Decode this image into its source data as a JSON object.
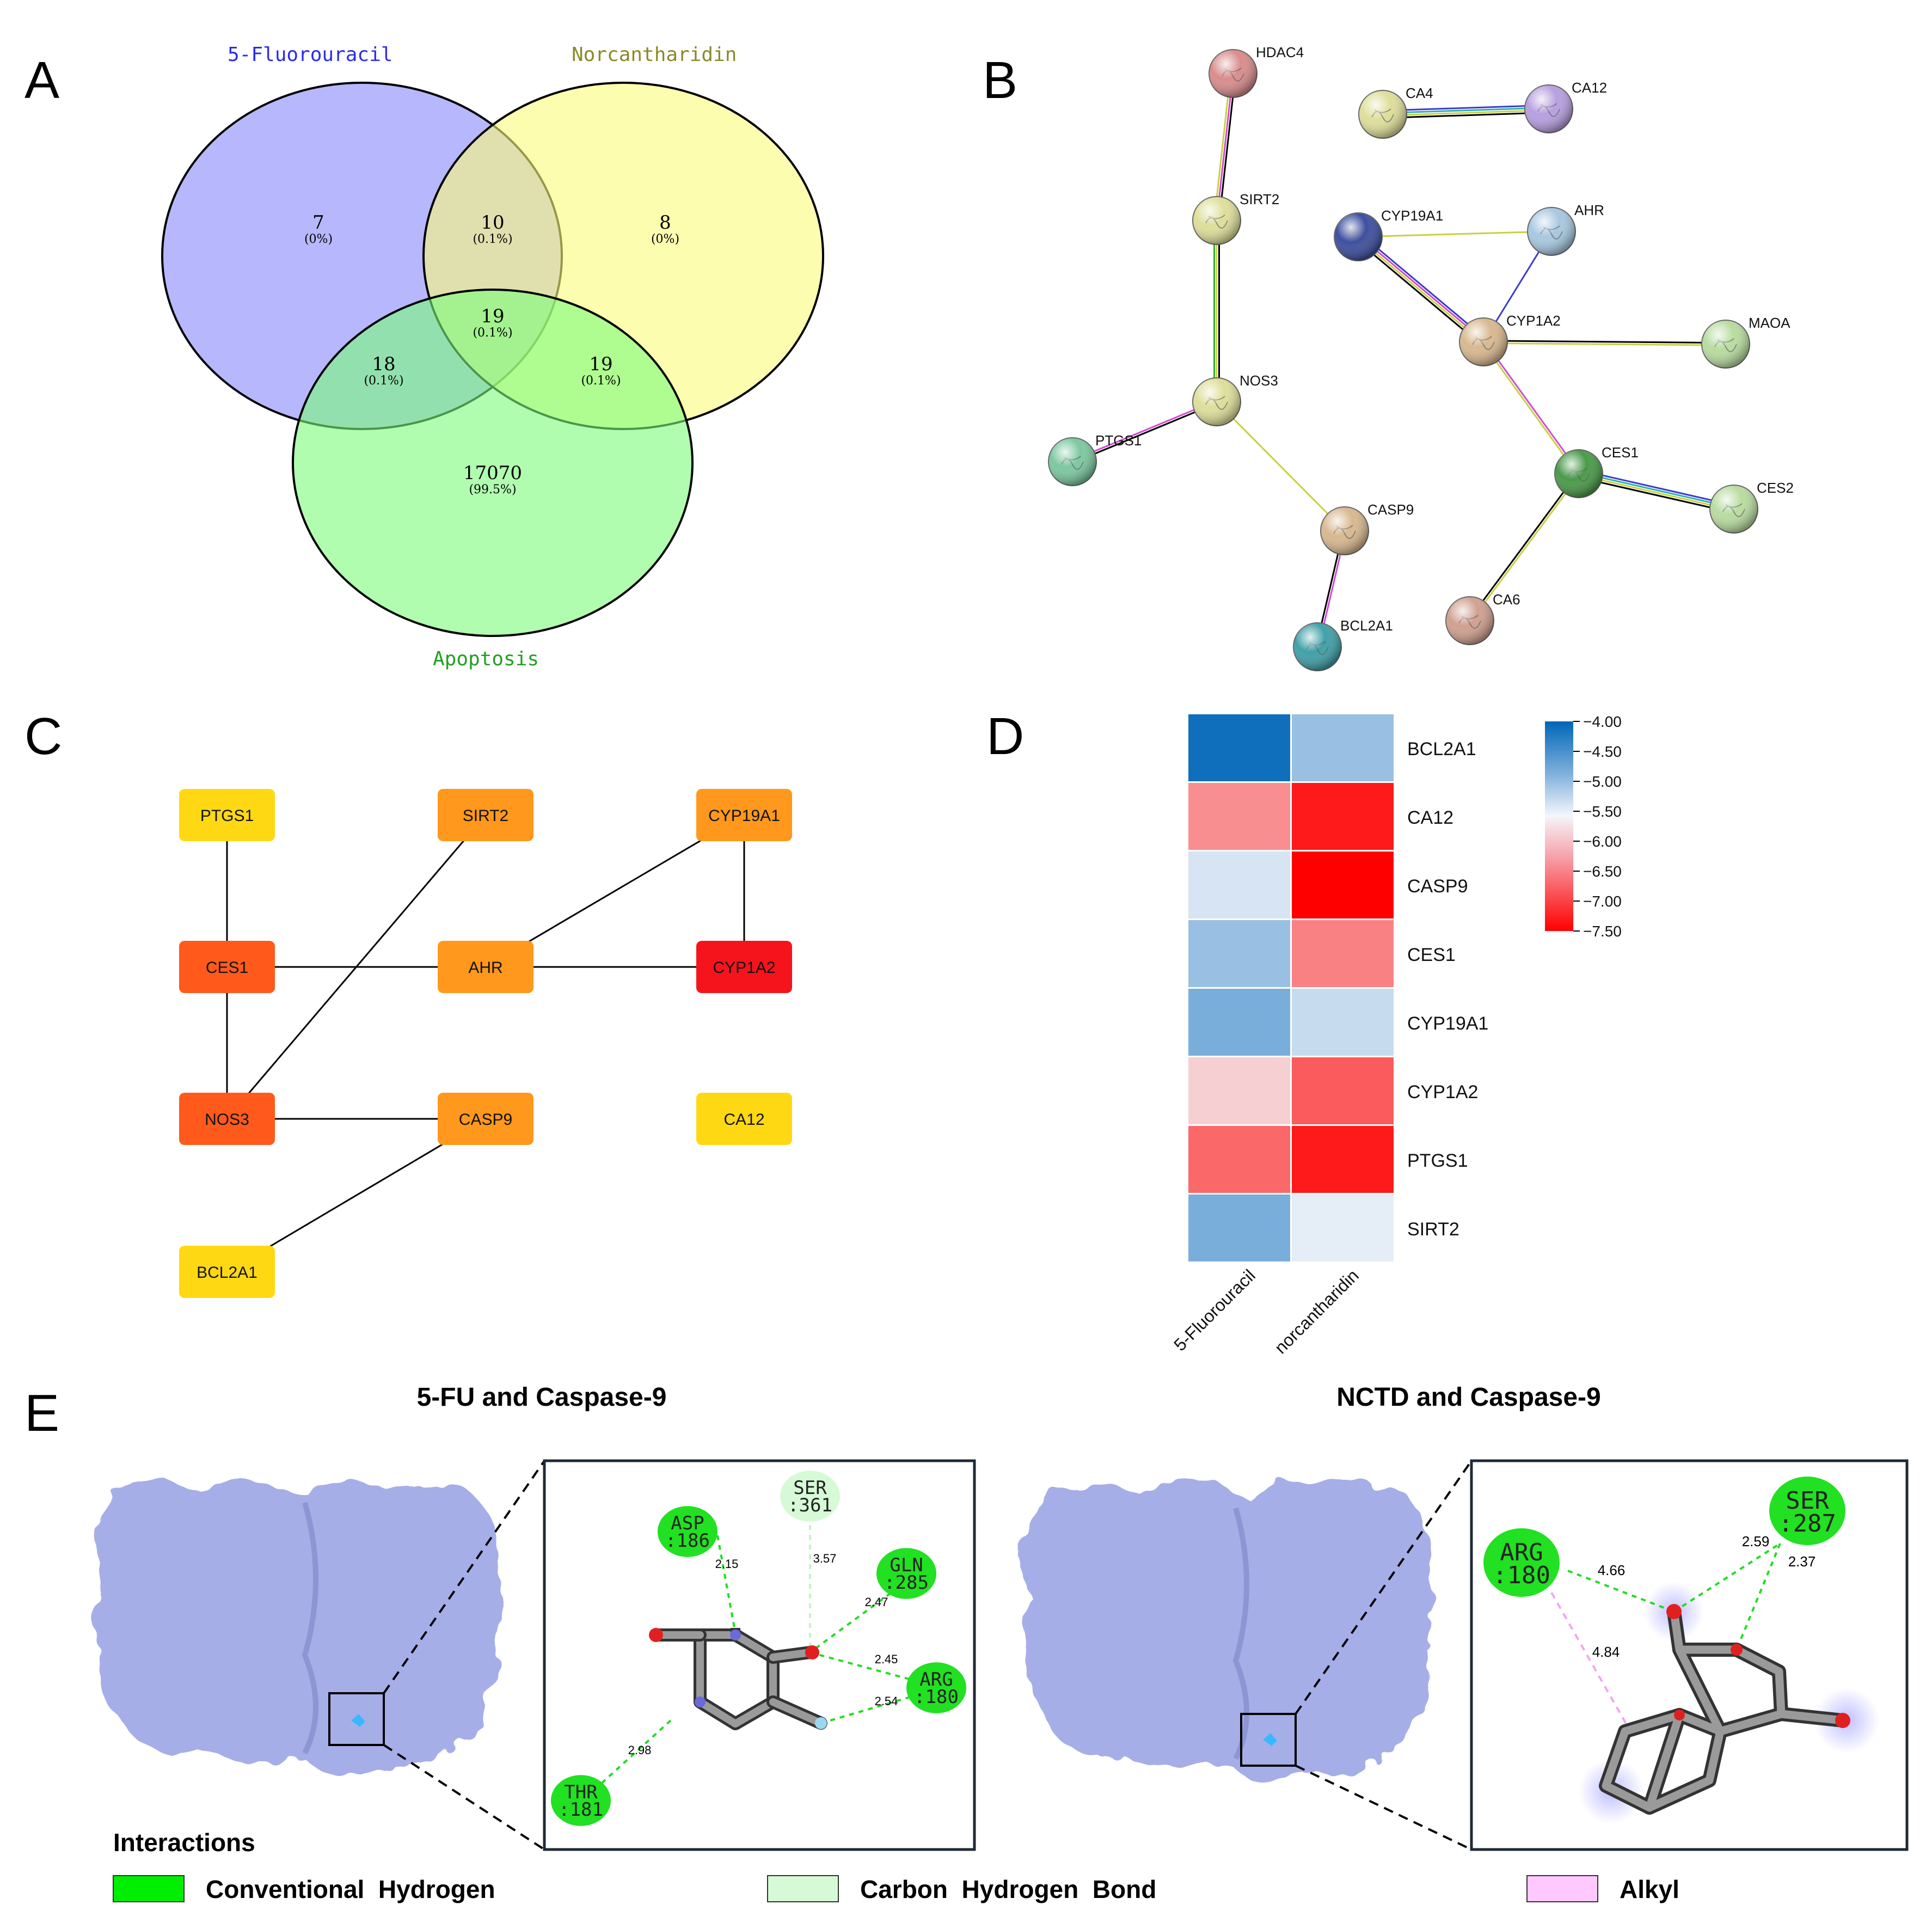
{
  "panels": {
    "a": "A",
    "b": "B",
    "c": "C",
    "d": "D",
    "e": "E"
  },
  "venn": {
    "set_labels": [
      "5-Fluorouracil",
      "Norcantharidin",
      "Apoptosis"
    ],
    "regions": [
      {
        "count": "7",
        "pct": "(0%)"
      },
      {
        "count": "10",
        "pct": "(0.1%)"
      },
      {
        "count": "8",
        "pct": "(0%)"
      },
      {
        "count": "19",
        "pct": "(0.1%)"
      },
      {
        "count": "18",
        "pct": "(0.1%)"
      },
      {
        "count": "19",
        "pct": "(0.1%)"
      },
      {
        "count": "17070",
        "pct": "(99.5%)"
      }
    ],
    "colors": {
      "fluorouracil": "#7b7bfb",
      "norcantharidin": "#fbfb7b",
      "apoptosis": "#7bfb7b"
    }
  },
  "string_network": {
    "nodes": [
      {
        "label": "HDAC4",
        "color": "#d98c8c"
      },
      {
        "label": "CA4",
        "color": "#dede9a"
      },
      {
        "label": "CA12",
        "color": "#b8a0e0"
      },
      {
        "label": "SIRT2",
        "color": "#dede9a"
      },
      {
        "label": "CYP19A1",
        "color": "#3d4fa0"
      },
      {
        "label": "AHR",
        "color": "#a8c8e0"
      },
      {
        "label": "CYP1A2",
        "color": "#d8b890"
      },
      {
        "label": "MAOA",
        "color": "#b8dca0"
      },
      {
        "label": "NOS3",
        "color": "#dede9a"
      },
      {
        "label": "PTGS1",
        "color": "#7cc8a0"
      },
      {
        "label": "CES1",
        "color": "#4a9a4a"
      },
      {
        "label": "CES2",
        "color": "#b8dca0"
      },
      {
        "label": "CASP9",
        "color": "#d8b890"
      },
      {
        "label": "CA6",
        "color": "#d0a090"
      },
      {
        "label": "BCL2A1",
        "color": "#40a0a8"
      }
    ]
  },
  "hub_network": {
    "nodes": [
      {
        "label": "PTGS1",
        "color": "#ffd814"
      },
      {
        "label": "SIRT2",
        "color": "#ff981c"
      },
      {
        "label": "CYP19A1",
        "color": "#ff981c"
      },
      {
        "label": "CES1",
        "color": "#ff5a1c"
      },
      {
        "label": "AHR",
        "color": "#ff981c"
      },
      {
        "label": "CYP1A2",
        "color": "#f5141c"
      },
      {
        "label": "NOS3",
        "color": "#ff5a1c"
      },
      {
        "label": "CASP9",
        "color": "#ff981c"
      },
      {
        "label": "CA12",
        "color": "#ffd814"
      },
      {
        "label": "BCL2A1",
        "color": "#ffd814"
      }
    ]
  },
  "chart_data": {
    "type": "heatmap",
    "rows": [
      "BCL2A1",
      "CA12",
      "CASP9",
      "CES1",
      "CYP19A1",
      "CYP1A2",
      "PTGS1",
      "SIRT2"
    ],
    "columns": [
      "5-Fluorouracil",
      "norcantharidin"
    ],
    "values": [
      [
        -4.1,
        -5.0
      ],
      [
        -6.4,
        -7.3
      ],
      [
        -5.4,
        -7.5
      ],
      [
        -5.0,
        -6.5
      ],
      [
        -4.8,
        -5.3
      ],
      [
        -5.9,
        -6.8
      ],
      [
        -6.7,
        -7.3
      ],
      [
        -4.8,
        -5.5
      ]
    ],
    "colorbar": {
      "min": -7.5,
      "max": -4.0,
      "ticks": [
        "-4.00",
        "-4.50",
        "-5.00",
        "-5.50",
        "-6.00",
        "-6.50",
        "-7.00",
        "-7.50"
      ],
      "colors": {
        "high": "#0066b8",
        "mid": "#f4f6fb",
        "low": "#ff0000"
      }
    }
  },
  "docking": {
    "titles": [
      "5-FU and Caspase-9",
      "NCTD and Caspase-9"
    ],
    "left_residues": [
      {
        "name": "ASP",
        "num": ":186"
      },
      {
        "name": "SER",
        "num": ":361"
      },
      {
        "name": "GLN",
        "num": ":285"
      },
      {
        "name": "ARG",
        "num": ":180"
      },
      {
        "name": "THR",
        "num": ":181"
      }
    ],
    "left_distances": [
      "2.15",
      "3.57",
      "2.47",
      "2.45",
      "2.54",
      "2.98"
    ],
    "right_residues": [
      {
        "name": "ARG",
        "num": ":180"
      },
      {
        "name": "SER",
        "num": ":287"
      }
    ],
    "right_distances": [
      "4.66",
      "2.59",
      "2.37",
      "4.84"
    ],
    "legend": {
      "title": "Interactions",
      "items": [
        {
          "label": "Conventional  Hydrogen",
          "color": "#00ee00"
        },
        {
          "label": "Carbon  Hydrogen  Bond",
          "color": "#d6fad6"
        },
        {
          "label": "Alkyl",
          "color": "#ffc8ff"
        }
      ]
    }
  }
}
